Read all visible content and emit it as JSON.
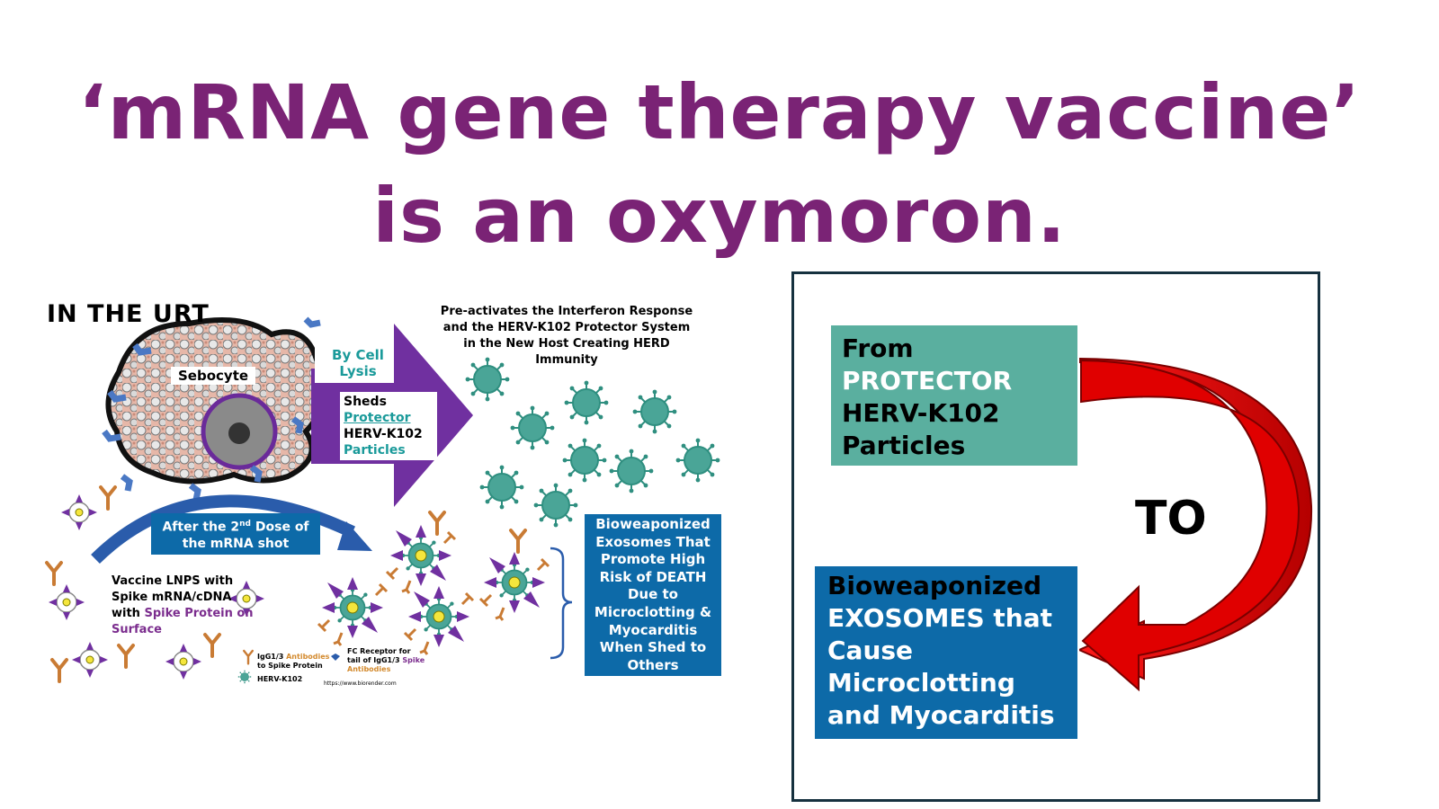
{
  "title": {
    "line1": "‘mRNA gene therapy vaccine’",
    "line2": "is an oxymoron."
  },
  "diagram": {
    "urt_label": "IN THE URT",
    "sebocyte_label": "Sebocyte",
    "by_cell_lysis": [
      "By Cell",
      "Lysis"
    ],
    "sheds": {
      "line1": "Sheds",
      "line2": "Protector",
      "line3": "HERV-K102",
      "line4": "Particles"
    },
    "preactivates": [
      "Pre-activates the Interferon Response",
      "and the HERV-K102 Protector System",
      "in the New Host Creating HERD",
      "Immunity"
    ],
    "after_dose": {
      "prefix": "After the 2",
      "sup": "nd",
      "suffix": " Dose of",
      "line2": "the mRNA shot"
    },
    "lnps": {
      "line1": "Vaccine LNPS with",
      "line2": "Spike mRNA/cDNA",
      "line3_a": "with ",
      "line3_b": "Spike Protein on",
      "line4": "Surface"
    },
    "legend": {
      "igg_a": "IgG1/3 ",
      "igg_b": "Antibodies",
      "igg_c": "to Spike Protein",
      "fc_a": "FC Receptor for",
      "fc_b": "tail of IgG1/3 ",
      "fc_c": "Spike",
      "fc_d": "Antibodies",
      "herv": "HERV-K102",
      "credit": "https://www.biorender.com"
    },
    "bioweaponized": [
      "Bioweaponized",
      "Exosomes That",
      "Promote High",
      "Risk of DEATH",
      "Due to",
      "Microclotting &",
      "Myocarditis",
      "When Shed to",
      "Others"
    ]
  },
  "right_panel": {
    "from": {
      "line1": "From",
      "line2": "PROTECTOR",
      "line3": "HERV-K102",
      "line4": "Particles"
    },
    "to_label": "TO",
    "bioweaponized": {
      "line1": "Bioweaponized",
      "line2": "EXOSOMES that",
      "line3": "Cause",
      "line4": "Microclotting",
      "line5": "and Myocarditis"
    }
  },
  "colors": {
    "title_purple": "#7a2375",
    "teal": "#5aaf9f",
    "blue_box": "#0d6aa8",
    "arrow_red": "#d60000",
    "purple_arrow": "#7030a0"
  }
}
